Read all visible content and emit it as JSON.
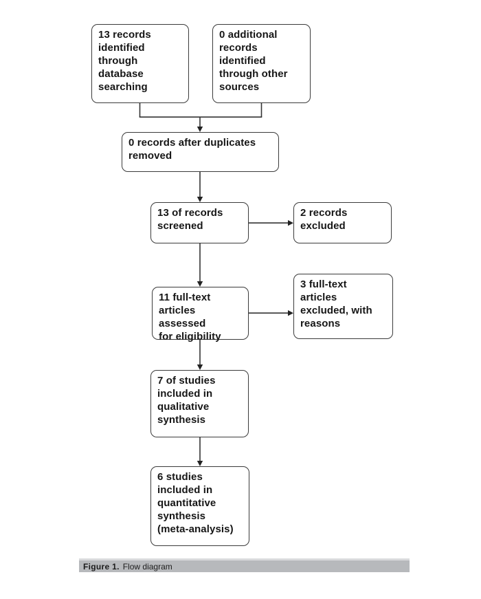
{
  "figure": {
    "caption_bold": "Figure 1.",
    "caption_text": "Flow diagram"
  },
  "nodes": [
    {
      "id": "records-identified-database",
      "label": "13 records\nidentified\nthrough\ndatabase\nsearching"
    },
    {
      "id": "additional-records-other-sources",
      "label": "0 additional\nrecords\nidentified\nthrough other\nsources"
    },
    {
      "id": "records-after-duplicates-removed",
      "label": "0 records after duplicates\nremoved"
    },
    {
      "id": "records-screened",
      "label": "13 of records\nscreened"
    },
    {
      "id": "records-excluded",
      "label": "2 records\nexcluded"
    },
    {
      "id": "fulltext-assessed-eligibility",
      "label": "11 full-text\narticles assessed\nfor eligibility"
    },
    {
      "id": "fulltext-excluded-with-reasons",
      "label": "3 full-text\narticles\nexcluded, with\nreasons"
    },
    {
      "id": "studies-qualitative-synthesis",
      "label": "7 of studies\nincluded in\nqualitative\nsynthesis"
    },
    {
      "id": "studies-quantitative-synthesis",
      "label": "6 studies\nincluded in\nquantitative\nsynthesis\n(meta-analysis)"
    }
  ],
  "colors": {
    "box_border": "#3a3a3a",
    "connector_line": "#333333",
    "caption_bar_bg": "#b7b9bc",
    "caption_bar_top_edge": "#d9dadc",
    "text": "#161616",
    "background": "#ffffff"
  }
}
